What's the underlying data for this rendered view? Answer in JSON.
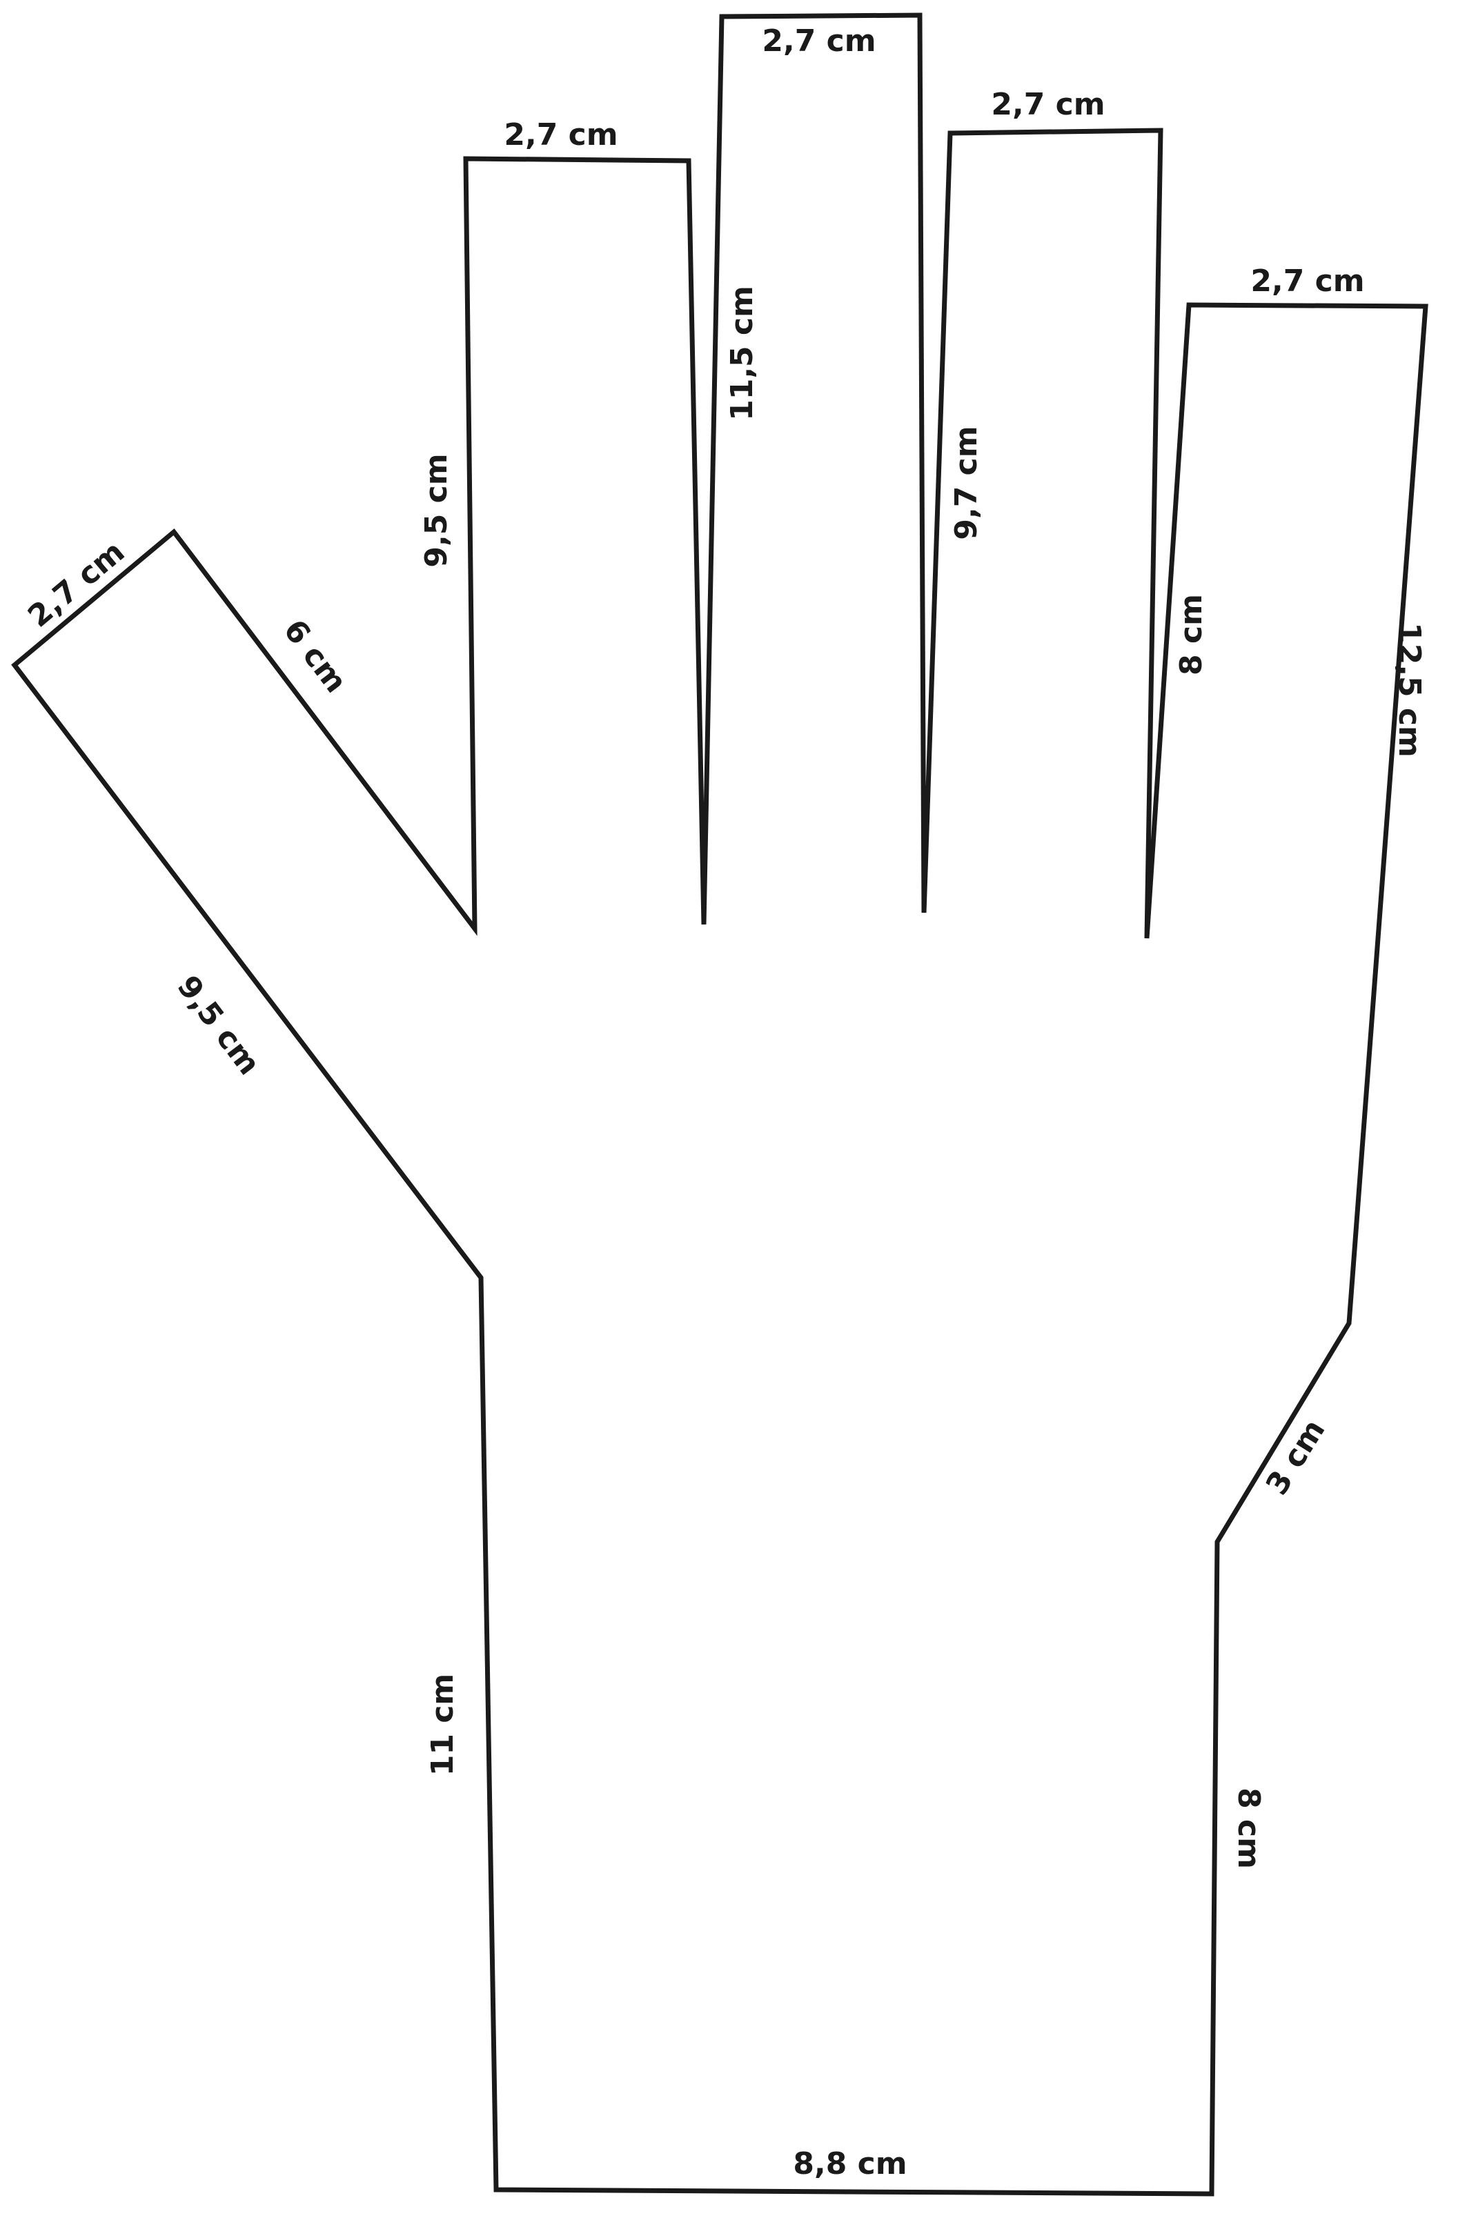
{
  "diagram": {
    "stroke_color": "#1a1a1a",
    "background_color": "#ffffff",
    "labels": {
      "little_finger_width": "2,7 cm",
      "ring_finger_width": "2,7 cm",
      "middle_finger_width": "2,7 cm",
      "index_finger_width": "2,7 cm",
      "thumb_width": "2,7 cm",
      "thumb_inner": "6 cm",
      "thumb_outer": "9,5 cm",
      "little_finger_length": "9,5 cm",
      "ring_finger_length": "11,5 cm",
      "middle_finger_length": "9,7 cm",
      "index_finger_length": "8 cm",
      "index_outer_length": "12,5 cm",
      "wrist_slant": "3 cm",
      "palm_left": "11 cm",
      "palm_right": "8 cm",
      "palm_bottom": "8,8 cm"
    }
  }
}
